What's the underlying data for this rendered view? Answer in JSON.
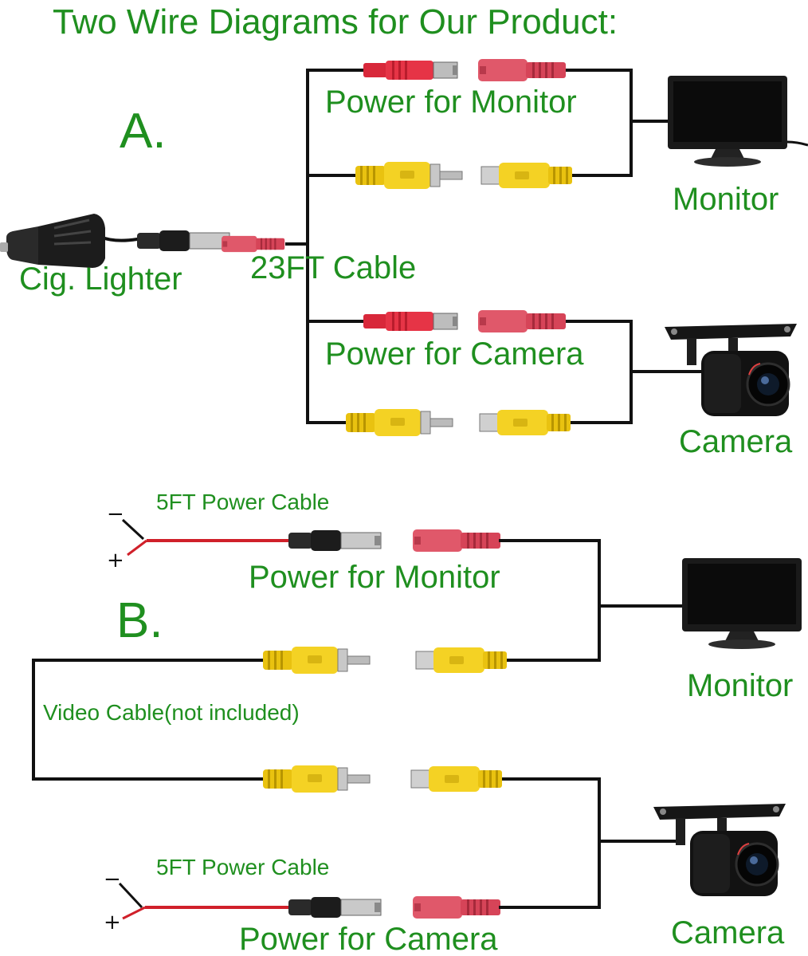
{
  "title": "Two Wire Diagrams for Our Product:",
  "diagram_a": {
    "letter": "A.",
    "cig_lighter": "Cig. Lighter",
    "cable": "23FT Cable",
    "power_monitor": "Power for Monitor",
    "power_camera": "Power for Camera",
    "monitor": "Monitor",
    "camera": "Camera"
  },
  "diagram_b": {
    "letter": "B.",
    "power_cable_top": "5FT Power Cable",
    "power_monitor": "Power for Monitor",
    "video_cable": "Video Cable(not included)",
    "monitor": "Monitor",
    "power_cable_bottom": "5FT Power Cable",
    "power_camera": "Power for Camera",
    "camera": "Camera",
    "minus": "−",
    "plus": "+"
  },
  "colors": {
    "label_green": "#1f8f1f",
    "dc_plug_red": "#e0283a",
    "dc_socket_pink": "#e05a6a",
    "rca_yellow": "#f2cf1a",
    "wire": "#111111"
  }
}
